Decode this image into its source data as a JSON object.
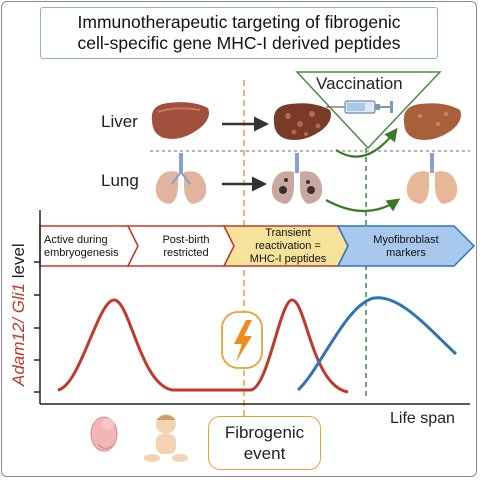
{
  "title": {
    "line1": "Immunotherapeutic targeting of fibrogenic",
    "line2": "cell-specific gene MHC-I derived peptides"
  },
  "vaccination_label": "Vaccination",
  "organs": {
    "liver": "Liver",
    "lung": "Lung"
  },
  "stages": [
    {
      "line1": "Active during",
      "line2": "embryogenesis"
    },
    {
      "line1": "Post-birth",
      "line2": "restricted"
    },
    {
      "line1": "Transient",
      "line2": "reactivation =",
      "line3": "MHC-I peptides"
    },
    {
      "line1": "Myofibroblast",
      "line2": "markers"
    }
  ],
  "axis": {
    "ylabel_gene": "Adam12/ Gli1",
    "ylabel_suffix": " level",
    "xlabel": "Life span"
  },
  "event": {
    "line1": "Fibrogenic",
    "line2": "event"
  },
  "colors": {
    "red_curve": "#c0392b",
    "blue_curve": "#2e75b6",
    "orange_dashed": "#e8a23a",
    "green_dashed": "#3a8a3a",
    "liver": "#8b4a3a",
    "lung": "#d8a07a"
  },
  "icons": [
    "embryo-icon",
    "baby-icon",
    "lightning-icon",
    "syringe-icon"
  ]
}
